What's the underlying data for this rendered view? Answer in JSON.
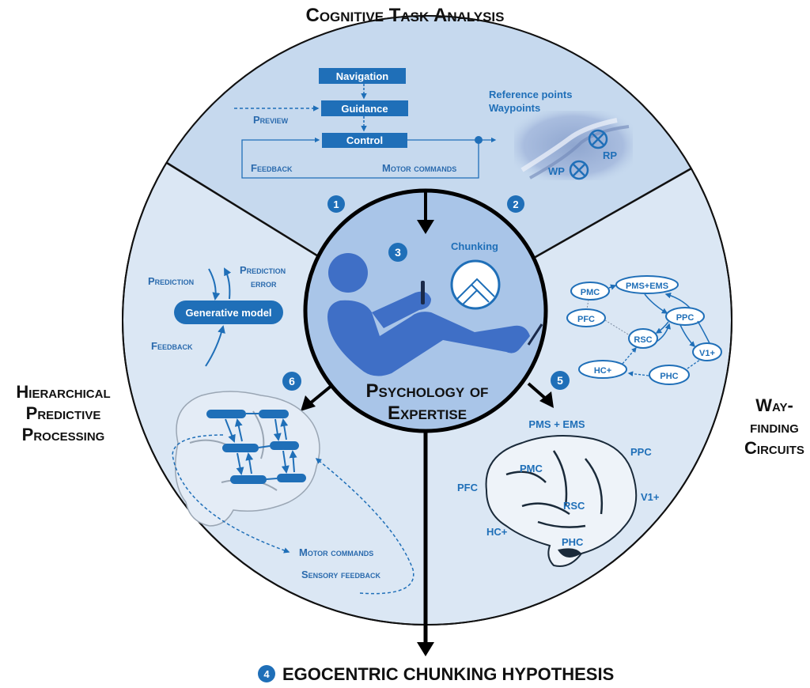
{
  "title": "Cognitive Task Analysis",
  "sections": {
    "left_title": [
      "Hierarchical",
      "Predictive",
      "Processing"
    ],
    "right_title": [
      "Way-",
      "finding",
      "Circuits"
    ],
    "bottom_title": "EGOCENTRIC CHUNKING HYPOTHESIS",
    "bottom_badge": "4"
  },
  "center": {
    "title_line1": "Psychology of",
    "title_line2": "Expertise",
    "badge": "3",
    "chunking_label": "Chunking"
  },
  "badges": {
    "one": "1",
    "two": "2",
    "five": "5",
    "six": "6"
  },
  "cta": {
    "boxes": [
      "Navigation",
      "Guidance",
      "Control"
    ],
    "preview": "Preview",
    "feedback": "Feedback",
    "motor_commands": "Motor commands",
    "ref_label_1": "Reference points",
    "ref_label_2": "Waypoints",
    "rp": "RP",
    "wp": "WP"
  },
  "hpp": {
    "generative_model": "Generative model",
    "prediction": "Prediction",
    "prediction_error_1": "Prediction",
    "prediction_error_2": "error",
    "feedback": "Feedback",
    "motor_commands": "Motor commands",
    "sensory_feedback": "Sensory feedback"
  },
  "wayfinding": {
    "nodes": [
      "PMC",
      "PMS+EMS",
      "PFC",
      "PPC",
      "RSC",
      "V1+",
      "HC+",
      "PHC"
    ],
    "brain_labels": [
      "PMS + EMS",
      "PPC",
      "PMC",
      "PFC",
      "RSC",
      "V1+",
      "HC+",
      "PHC"
    ]
  },
  "colors": {
    "accent": "#1f6fb8",
    "top_sector": "#c6d9ee",
    "side_sector": "#dbe7f4",
    "center_fill": "#a9c5e8",
    "figure": "#3f6fc6"
  }
}
